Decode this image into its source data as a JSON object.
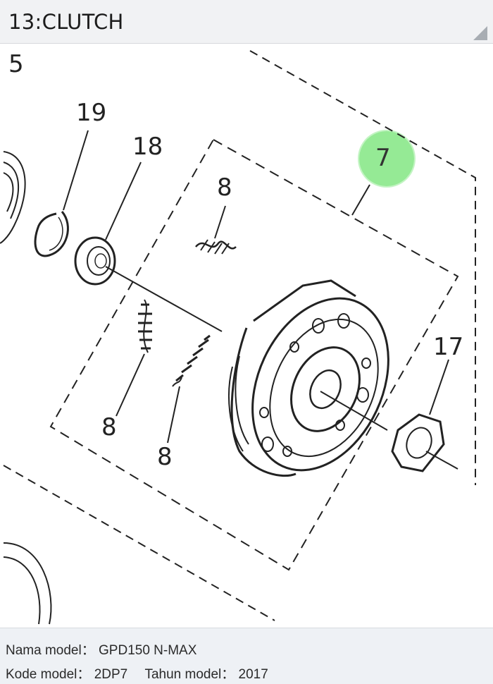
{
  "header": {
    "title": "13:CLUTCH"
  },
  "diagram": {
    "top_left_label": "5",
    "callouts": [
      {
        "id": "19",
        "label": "19"
      },
      {
        "id": "18",
        "label": "18"
      },
      {
        "id": "7",
        "label": "7",
        "highlighted": true
      },
      {
        "id": "8a",
        "label": "8"
      },
      {
        "id": "8b",
        "label": "8"
      },
      {
        "id": "8c",
        "label": "8"
      },
      {
        "id": "17",
        "label": "17"
      }
    ],
    "highlight_color": "#82e682"
  },
  "info": {
    "model_name_label": "Nama model",
    "model_name_value": "GPD150 N-MAX",
    "model_code_label": "Kode model",
    "model_code_value": "2DP7",
    "model_year_label": "Tahun model",
    "model_year_value": "2017",
    "separator": "："
  }
}
